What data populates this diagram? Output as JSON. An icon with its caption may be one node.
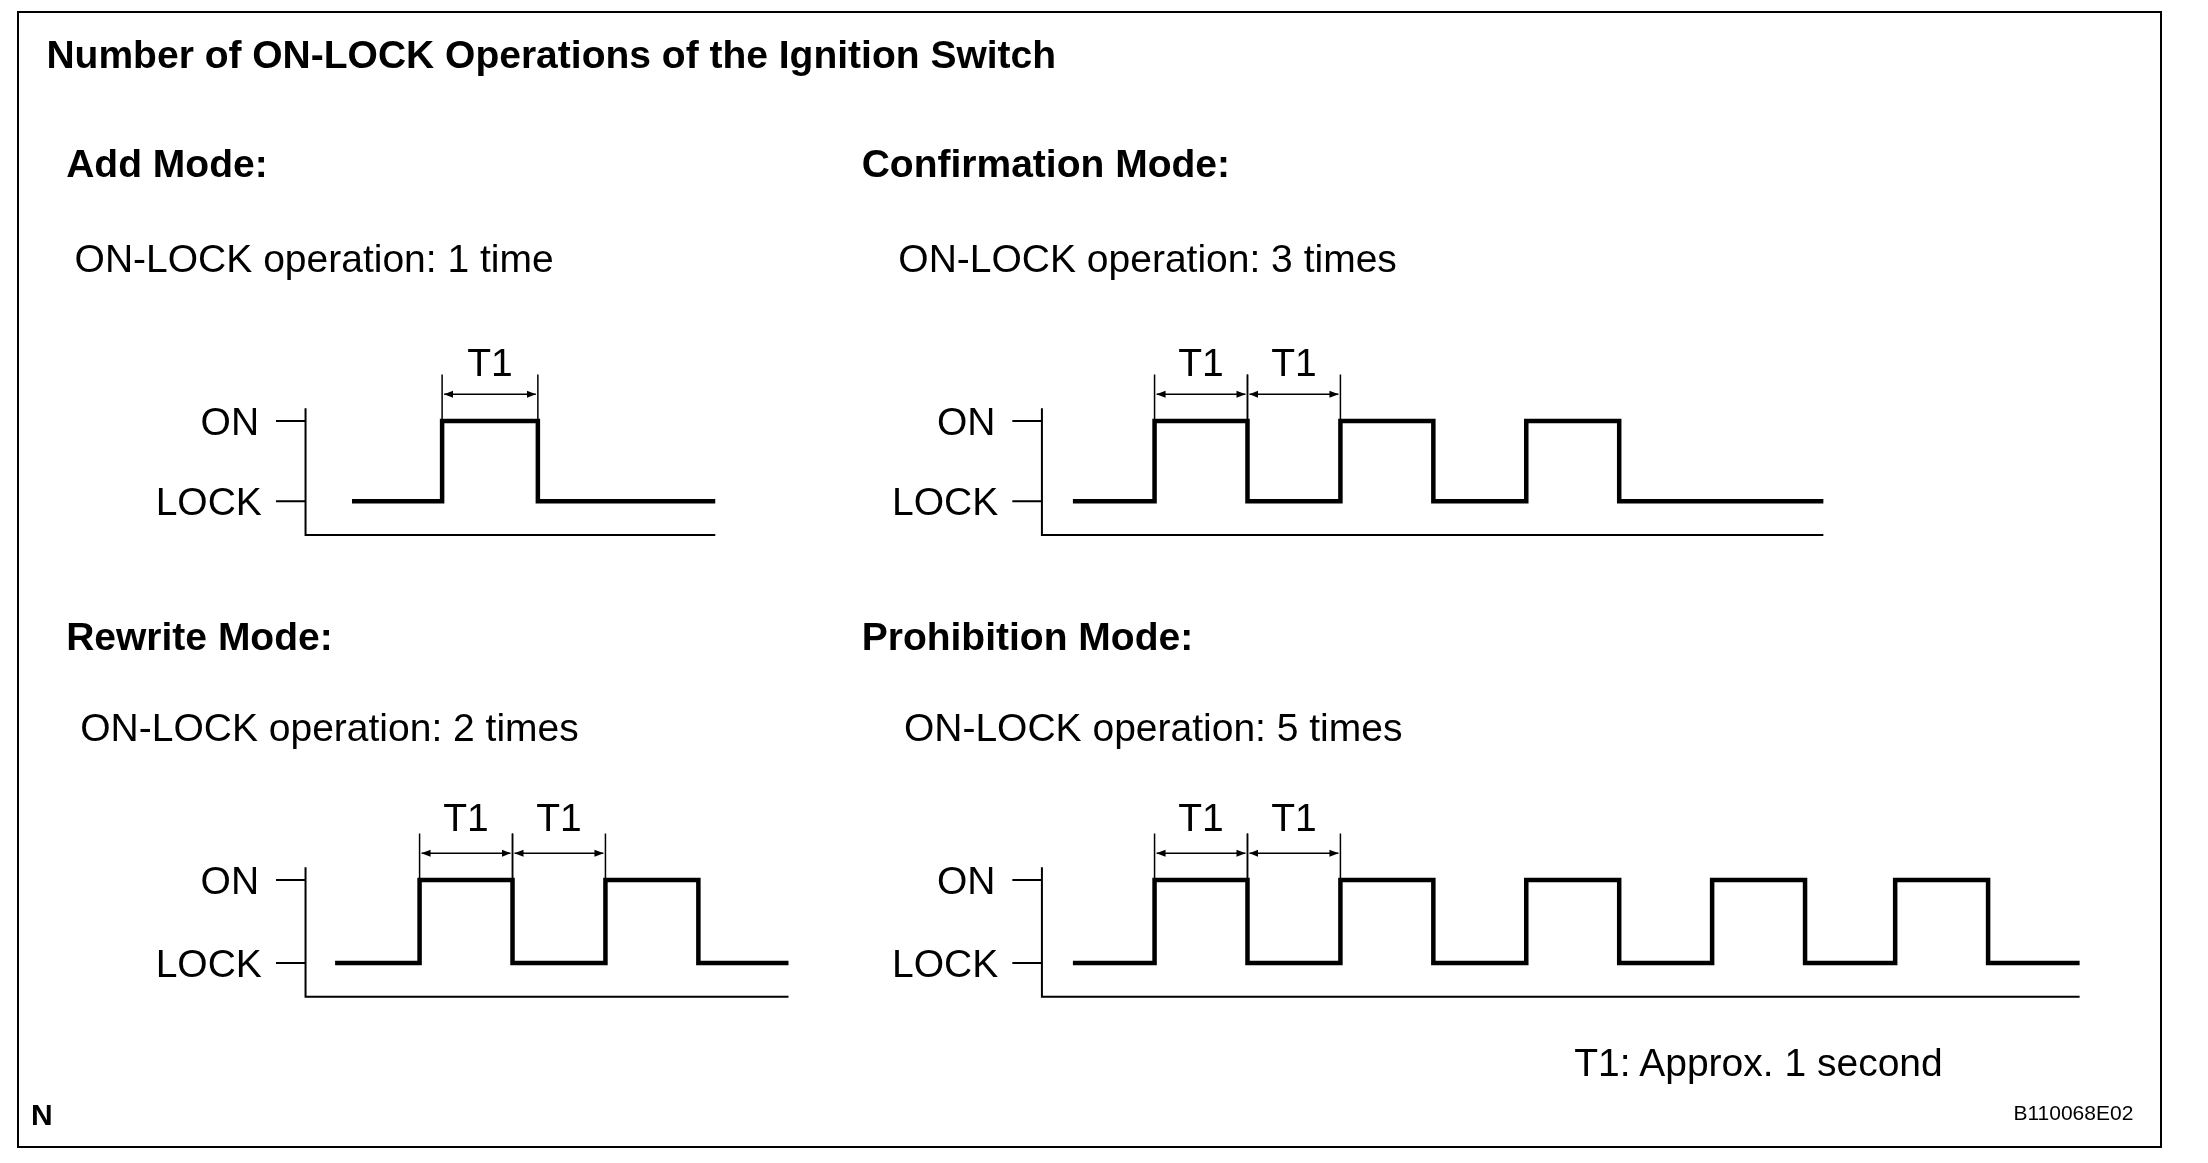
{
  "diagram": {
    "title": "Number of ON-LOCK Operations of the Ignition Switch",
    "labels": [
      "Add Mode:",
      "ON-LOCK operation: 1 time",
      "T1",
      "ON",
      "LOCK",
      "Confirmation Mode:",
      "ON-LOCK operation: 3 times",
      "T1",
      "T1",
      "ON",
      "LOCK",
      "Rewrite Mode:",
      "ON-LOCK operation: 2 times",
      "T1",
      "T1",
      "ON",
      "LOCK",
      "Prohibition Mode:",
      "ON-LOCK operation: 5 times",
      "T1",
      "T1",
      "ON",
      "LOCK",
      "T1: Approx. 1 second",
      "N",
      "B110068E02"
    ]
  }
}
